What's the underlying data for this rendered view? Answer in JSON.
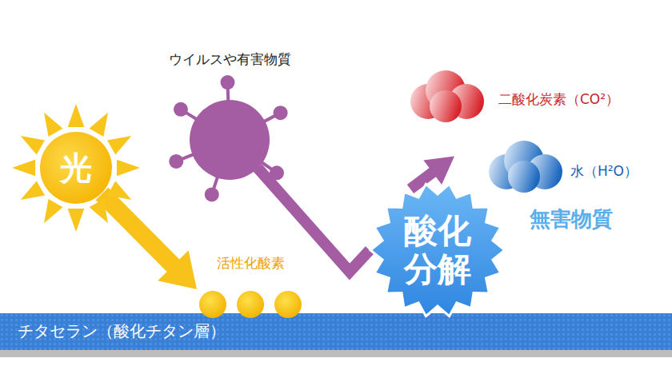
{
  "diagram": {
    "nodes": [
      {
        "text": [
          "光"
        ]
      },
      {
        "text": [
          "ウイルスや有害物質"
        ]
      },
      {
        "text": [
          "活性化酸素"
        ]
      },
      {
        "text": [
          "酸化 分解"
        ]
      },
      {
        "text": [
          "二酸化炭素（CO²）"
        ]
      },
      {
        "text": [
          "水（H²O）"
        ]
      },
      {
        "text": [
          "チタセラン（酸化チタン層）"
        ]
      }
    ],
    "edges": [
      {
        "from": 0,
        "to": 2,
        "arrow": "to"
      },
      {
        "from": 1,
        "to": 3,
        "arrow": "none"
      },
      {
        "from": 3,
        "to": 5,
        "arrow": "to"
      }
    ],
    "labels": [
      "無害物質"
    ]
  }
}
